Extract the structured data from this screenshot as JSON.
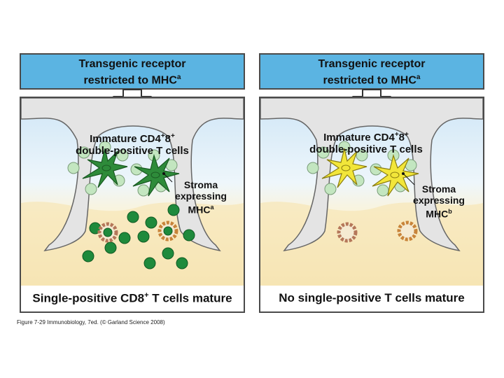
{
  "left_panel": {
    "header_line1": "Transgenic receptor",
    "header_line2": "restricted to MHC",
    "header_sup": "a",
    "immature_line1_pre": "Immature CD4",
    "immature_line1_sup1": "+",
    "immature_line1_mid": "8",
    "immature_line1_sup2": "+",
    "immature_line2": "double-positive T cells",
    "stroma_line1": "Stroma",
    "stroma_line2": "expressing",
    "stroma_line3": "MHC",
    "stroma_sup": "a",
    "footer_pre": "Single-positive CD8",
    "footer_sup": "+",
    "footer_post": " T cells mature",
    "stromal_color": "#2e8b3a"
  },
  "right_panel": {
    "header_line1": "Transgenic receptor",
    "header_line2": "restricted to MHC",
    "header_sup": "a",
    "immature_line1_pre": "Immature CD4",
    "immature_line1_sup1": "+",
    "immature_line1_mid": "8",
    "immature_line1_sup2": "+",
    "immature_line2": "double-positive T cells",
    "stroma_line1": "Stroma",
    "stroma_line2": "expressing",
    "stroma_line3": "MHC",
    "stroma_sup": "b",
    "footer_text": "No single-positive T cells mature",
    "stromal_color": "#f2e63a"
  },
  "caption": "Figure 7-29 Immunobiology, 7ed. (© Garland Science 2008)"
}
